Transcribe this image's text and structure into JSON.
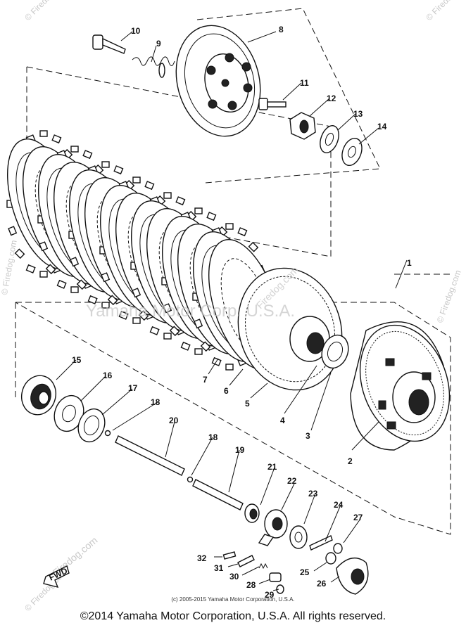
{
  "watermark": {
    "text": "Yamaha Motor Corp. U.S.A.",
    "site": "Firedog.com",
    "corner": "© Firedog.com"
  },
  "callouts": [
    "1",
    "2",
    "3",
    "4",
    "5",
    "6",
    "7",
    "8",
    "9",
    "10",
    "11",
    "12",
    "13",
    "14",
    "15",
    "16",
    "17",
    "18",
    "18",
    "19",
    "20",
    "21",
    "22",
    "23",
    "24",
    "25",
    "26",
    "27",
    "28",
    "29",
    "30",
    "31",
    "32"
  ],
  "front_label": "FWD",
  "small_copyright": "(c) 2005-2015 Yamaha Motor Corporation, U.S.A.",
  "footer": "©2014 Yamaha Motor Corporation, U.S.A. All rights reserved."
}
